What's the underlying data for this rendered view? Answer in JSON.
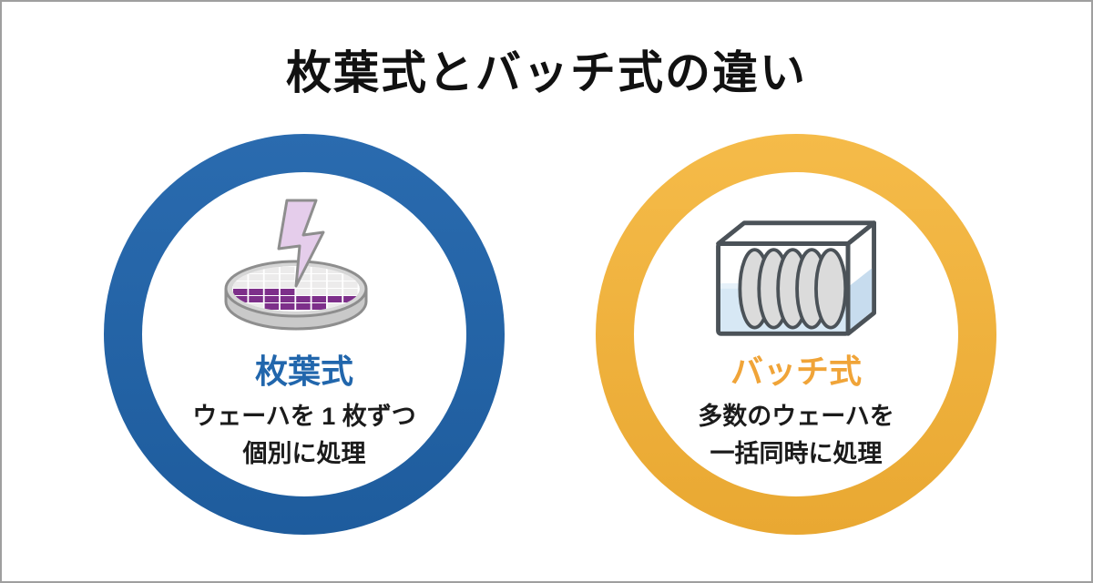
{
  "title": "枚葉式とバッチ式の違い",
  "colors": {
    "blue-ring-top": "#2A6BAF",
    "blue-ring-bot": "#1E5C9D",
    "yellow-ring-top": "#F5BB49",
    "yellow-ring-bot": "#E9A832",
    "blue-label": "#2166AC",
    "yellow-label": "#F0A438",
    "text": "#1b1b1b",
    "purple-cell": "#7D2F8A",
    "cell-light": "#ECEBEB",
    "wafer-gray": "#D6D6D6",
    "wafer-side": "#C9C9C9",
    "wafer-outline": "#8E8E8E",
    "bolt-fill": "#E5CDEB",
    "tank-outline": "#4B5258",
    "liquid": "#D7E8F5",
    "liquid-side": "#C7DCEE",
    "liquid-surface": "#E6F1F9",
    "bath-wafer": "#DBDBDB"
  },
  "cards": {
    "left": {
      "label": "枚葉式",
      "desc_line1": "ウェーハを 1 枚ずつ",
      "desc_line2": "個別に処理",
      "icon": "wafer-lightning-icon"
    },
    "right": {
      "label": "バッチ式",
      "desc_line1": "多数のウェーハを",
      "desc_line2": "一括同時に処理",
      "icon": "wafer-bath-icon"
    }
  },
  "wafer_grid": {
    "cols": 8,
    "rows": 6,
    "purple_rows": {
      "3": [
        0,
        1,
        2,
        3
      ],
      "4": [
        0,
        1,
        2,
        3,
        4,
        5,
        6,
        7
      ],
      "5": [
        2,
        3,
        4,
        5
      ]
    }
  }
}
